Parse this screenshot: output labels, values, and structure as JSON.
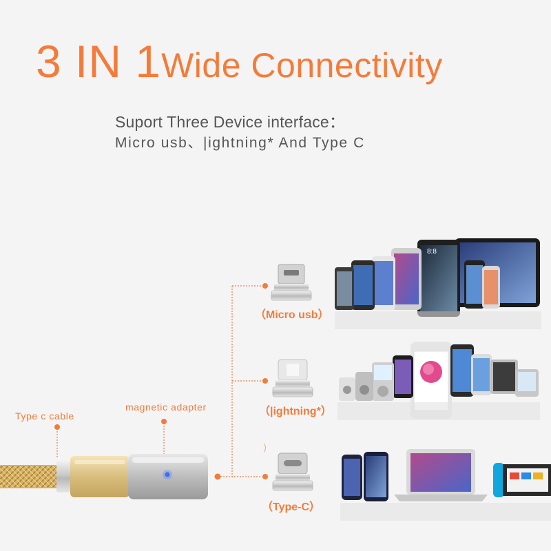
{
  "headline": {
    "prefix": "3 IN 1",
    "rest": "Wide Connectivity"
  },
  "subtitle": {
    "line1": "Suport Three Device interface：",
    "line2": "Micro usb、|ightning* And Type C"
  },
  "labels": {
    "type_c_cable": "Type c cable",
    "magnetic_adapter": "magnetic adapter"
  },
  "connectors": [
    {
      "label": "（Micro usb）"
    },
    {
      "label": "（|ightning*）"
    },
    {
      "label": "（Type-C）"
    }
  ],
  "stray_mark": "）",
  "devices": {
    "phone_screen_time": "8:8"
  },
  "colors": {
    "accent": "#f47b3a",
    "text": "#555555",
    "background": "#f4f4f4"
  }
}
